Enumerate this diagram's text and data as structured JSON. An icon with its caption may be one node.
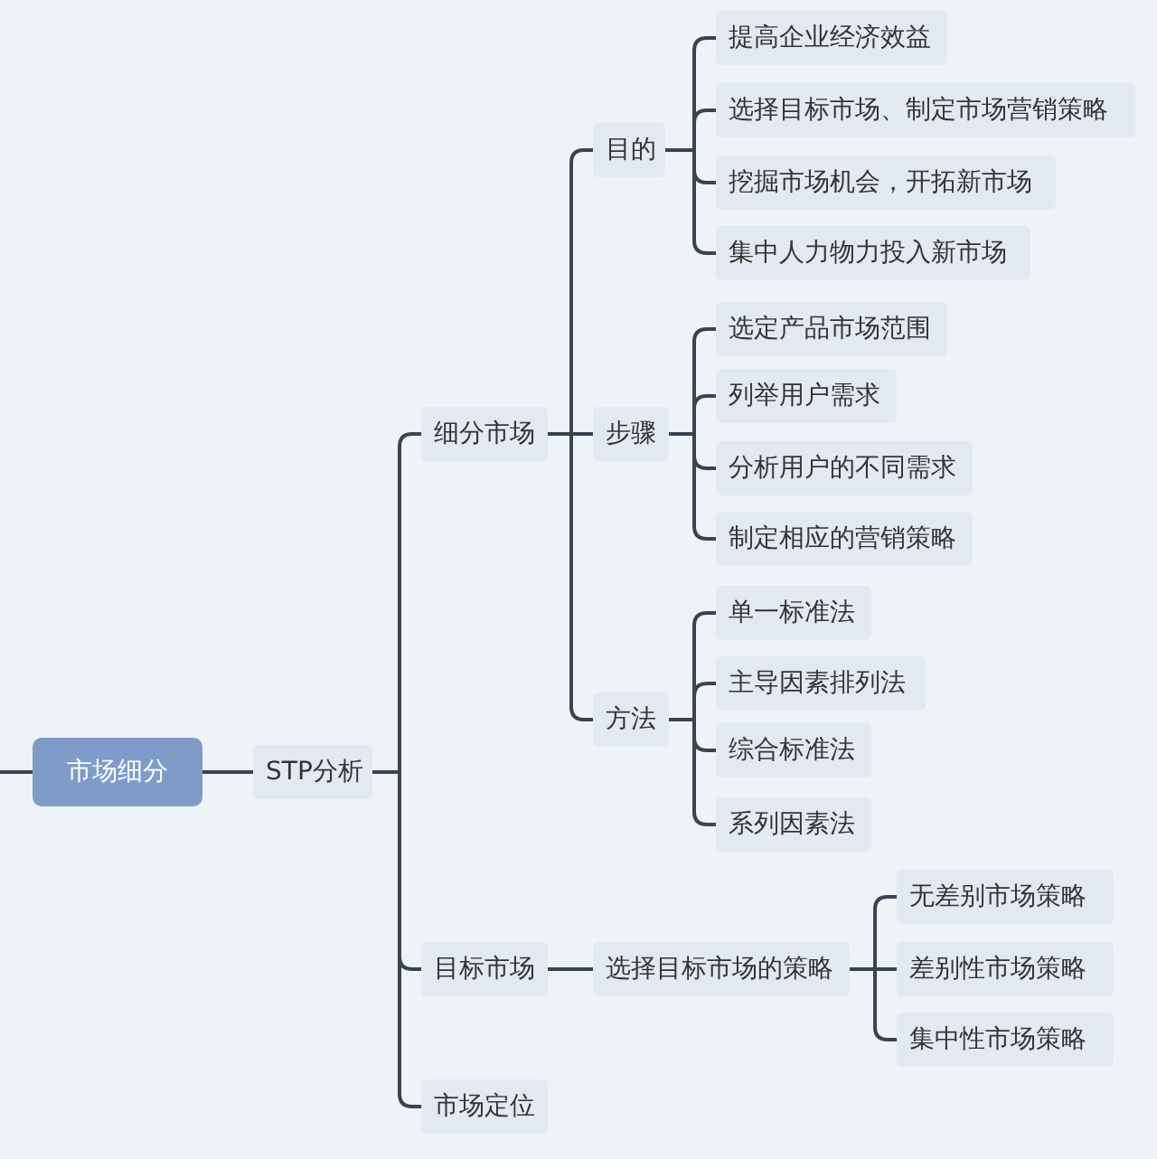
{
  "diagram": {
    "nodes": [
      {
        "text": [
          "市场细分"
        ]
      },
      {
        "text": [
          "STP分析"
        ]
      },
      {
        "text": [
          "细分市场"
        ]
      },
      {
        "text": [
          "目的"
        ]
      },
      {
        "text": [
          "提高企业经济效益"
        ]
      },
      {
        "text": [
          "选择目标市场、制定市场营销策略"
        ]
      },
      {
        "text": [
          "挖掘市场机会，开拓新市场"
        ]
      },
      {
        "text": [
          "集中人力物力投入新市场"
        ]
      },
      {
        "text": [
          "步骤"
        ]
      },
      {
        "text": [
          "选定产品市场范围"
        ]
      },
      {
        "text": [
          "列举用户需求"
        ]
      },
      {
        "text": [
          "分析用户的不同需求"
        ]
      },
      {
        "text": [
          "制定相应的营销策略"
        ]
      },
      {
        "text": [
          "方法"
        ]
      },
      {
        "text": [
          "单一标准法"
        ]
      },
      {
        "text": [
          "主导因素排列法"
        ]
      },
      {
        "text": [
          "综合标准法"
        ]
      },
      {
        "text": [
          "系列因素法"
        ]
      },
      {
        "text": [
          "目标市场"
        ]
      },
      {
        "text": [
          "选择目标市场的策略"
        ]
      },
      {
        "text": [
          "无差别市场策略"
        ]
      },
      {
        "text": [
          "差别性市场策略"
        ]
      },
      {
        "text": [
          "集中性市场策略"
        ]
      },
      {
        "text": [
          "市场定位"
        ]
      }
    ],
    "edges": [
      {
        "from": null,
        "to": 0,
        "arrow": "none"
      },
      {
        "from": 0,
        "to": 1,
        "arrow": "none"
      },
      {
        "from": 1,
        "to": 2,
        "arrow": "none"
      },
      {
        "from": 2,
        "to": 3,
        "arrow": "none"
      },
      {
        "from": 3,
        "to": 4,
        "arrow": "none"
      },
      {
        "from": 3,
        "to": 5,
        "arrow": "none"
      },
      {
        "from": 3,
        "to": 6,
        "arrow": "none"
      },
      {
        "from": 3,
        "to": 7,
        "arrow": "none"
      },
      {
        "from": 2,
        "to": 8,
        "arrow": "none"
      },
      {
        "from": 8,
        "to": 9,
        "arrow": "none"
      },
      {
        "from": 8,
        "to": 10,
        "arrow": "none"
      },
      {
        "from": 8,
        "to": 11,
        "arrow": "none"
      },
      {
        "from": 8,
        "to": 12,
        "arrow": "none"
      },
      {
        "from": 2,
        "to": 13,
        "arrow": "none"
      },
      {
        "from": 13,
        "to": 14,
        "arrow": "none"
      },
      {
        "from": 13,
        "to": 15,
        "arrow": "none"
      },
      {
        "from": 13,
        "to": 16,
        "arrow": "none"
      },
      {
        "from": 13,
        "to": 17,
        "arrow": "none"
      },
      {
        "from": 1,
        "to": 18,
        "arrow": "none"
      },
      {
        "from": 18,
        "to": 19,
        "arrow": "none"
      },
      {
        "from": 19,
        "to": 20,
        "arrow": "none"
      },
      {
        "from": 19,
        "to": 21,
        "arrow": "none"
      },
      {
        "from": 19,
        "to": 22,
        "arrow": "none"
      },
      {
        "from": 1,
        "to": 23,
        "arrow": "none"
      }
    ]
  }
}
